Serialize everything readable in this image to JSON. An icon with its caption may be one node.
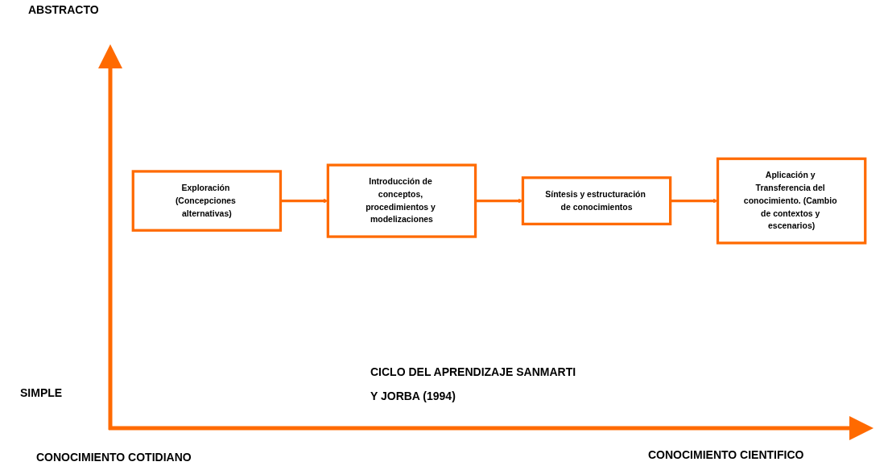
{
  "diagram": {
    "nodes": [
      {
        "text": [
          "Exploración (Concepciones alternativas)"
        ]
      },
      {
        "text": [
          "Introducción de conceptos, procedimientos y modelizaciones"
        ]
      },
      {
        "text": [
          "Síntesis y estructuración de conocimientos"
        ]
      },
      {
        "text": [
          "Aplicación y Transferencia del conocimiento. (Cambio de contextos y escenarios)"
        ]
      }
    ],
    "edges": [
      {
        "from": 0,
        "to": 1,
        "arrow": "to"
      },
      {
        "from": 1,
        "to": 2,
        "arrow": "to"
      },
      {
        "from": 2,
        "to": 3,
        "arrow": "to"
      }
    ],
    "labels": [
      "ABSTRACTO",
      "CICLO DEL APRENDIZAJE SANMARTI Y JORBA (1994)",
      "SIMPLE",
      "CONOCIMIENTO COTIDIANO",
      "CONOCIMIENTO CIENTIFICO"
    ]
  }
}
